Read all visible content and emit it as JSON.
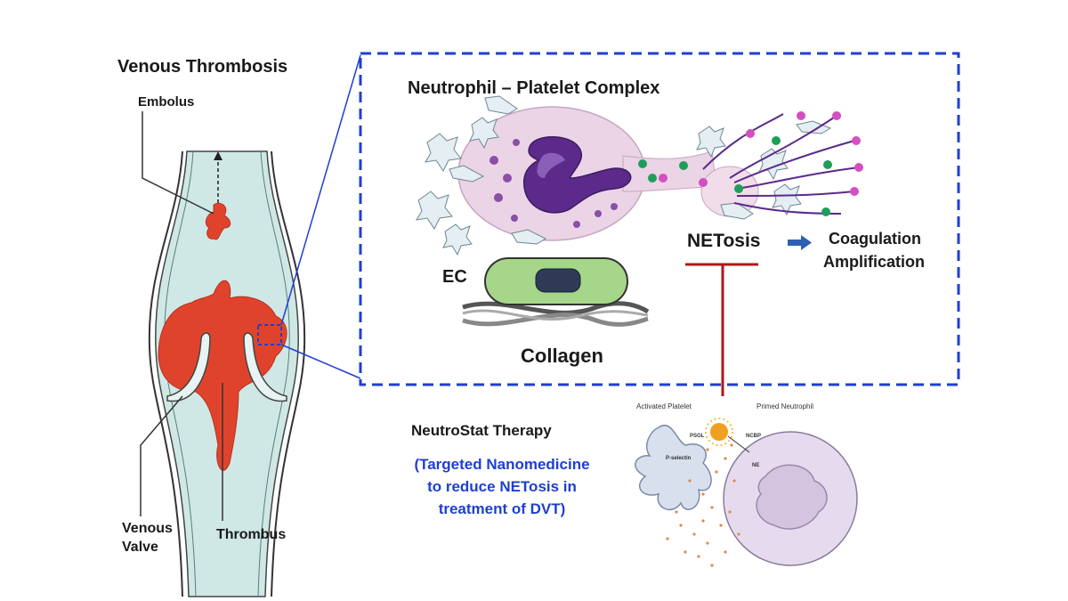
{
  "left_panel": {
    "title": "Venous Thrombosis",
    "embolus_label": "Embolus",
    "valve_label_line1": "Venous",
    "valve_label_line2": "Valve",
    "thrombus_label": "Thrombus"
  },
  "zoom_panel": {
    "title": "Neutrophil – Platelet Complex",
    "ec_label": "EC",
    "collagen_label": "Collagen",
    "netosis_label": "NETosis",
    "coag_line1": "Coagulation",
    "coag_line2": "Amplification"
  },
  "therapy": {
    "title": "NeutroStat Therapy",
    "line1": "(Targeted Nanomedicine",
    "line2": "to reduce NETosis in",
    "line3": "treatment of DVT)"
  },
  "inset": {
    "activated_platelet": "Activated Platelet",
    "primed_neutrophil": "Primed Neutrophil",
    "psgl": "PSGL",
    "ncbp": "NCBP",
    "pselectin": "P-selectin",
    "ne": "NE"
  },
  "colors": {
    "dashed_frame": "#1f3fd1",
    "thrombus": "#e0432b",
    "vein_fill": "#cfe8e6",
    "inhibit": "#b01818",
    "arrow": "#2e5fb5",
    "therapy_text": "#1f3fd1"
  }
}
